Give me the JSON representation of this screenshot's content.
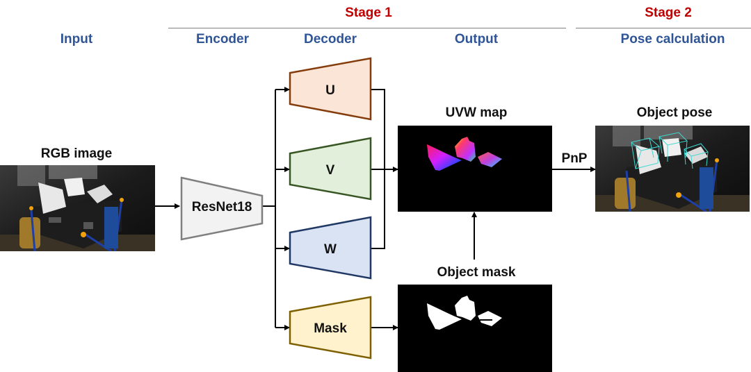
{
  "stages": {
    "stage1": "Stage 1",
    "stage2": "Stage 2"
  },
  "columns": {
    "input": "Input",
    "encoder": "Encoder",
    "decoder": "Decoder",
    "output": "Output",
    "pose": "Pose calculation"
  },
  "input": {
    "label": "RGB image"
  },
  "encoder": {
    "label": "ResNet18",
    "fill": "#f2f2f2",
    "stroke": "#7f7f7f"
  },
  "decoders": [
    {
      "label": "U",
      "fill": "#fbe5d6",
      "stroke": "#843c0c"
    },
    {
      "label": "V",
      "fill": "#e2efda",
      "stroke": "#375623"
    },
    {
      "label": "W",
      "fill": "#dae3f3",
      "stroke": "#203864"
    },
    {
      "label": "Mask",
      "fill": "#fff2cc",
      "stroke": "#7f6000"
    }
  ],
  "outputs": {
    "uvw": "UVW map",
    "mask": "Object mask"
  },
  "pnp": {
    "label": "PnP"
  },
  "pose": {
    "label": "Object pose"
  }
}
